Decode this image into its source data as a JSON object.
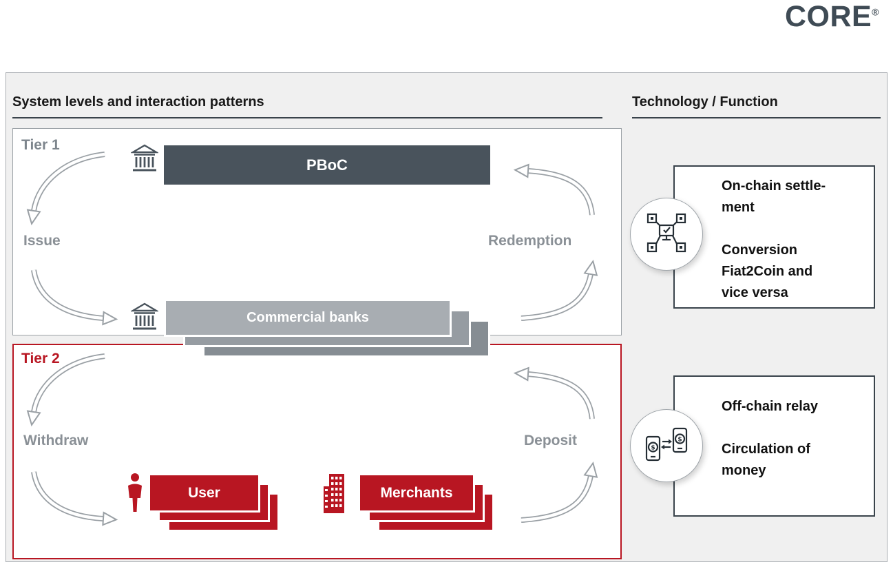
{
  "logo": {
    "text": "CORE",
    "registered": "®"
  },
  "left_panel": {
    "heading": "System levels and interaction patterns",
    "tier1": {
      "label": "Tier 1",
      "entity": "PBoC",
      "banks": "Commercial banks",
      "left_flow": "Issue",
      "right_flow": "Redemption"
    },
    "tier2": {
      "label": "Tier 2",
      "user": "User",
      "merchants": "Merchants",
      "left_flow": "Withdraw",
      "right_flow": "Deposit"
    }
  },
  "right_panel": {
    "heading": "Technology / Function",
    "cards": [
      {
        "icon": "blockchain-network-icon",
        "lines": [
          "On-chain settle-",
          "ment",
          "",
          "Conversion",
          "Fiat2Coin and",
          "vice versa"
        ]
      },
      {
        "icon": "mobile-transfer-icon",
        "lines": [
          "Off-chain relay",
          "",
          "Circulation of",
          "money"
        ]
      }
    ]
  },
  "icons": {
    "tier1_bank": "bank-icon",
    "tier2_bank": "bank-icon",
    "user": "person-icon",
    "merchants": "building-icon"
  },
  "colors": {
    "accent_red": "#b81622",
    "dark_slate": "#49535c",
    "bank_gray": "#a8adb2",
    "label_gray": "#8a9096",
    "panel_bg": "#f0f0f0"
  }
}
